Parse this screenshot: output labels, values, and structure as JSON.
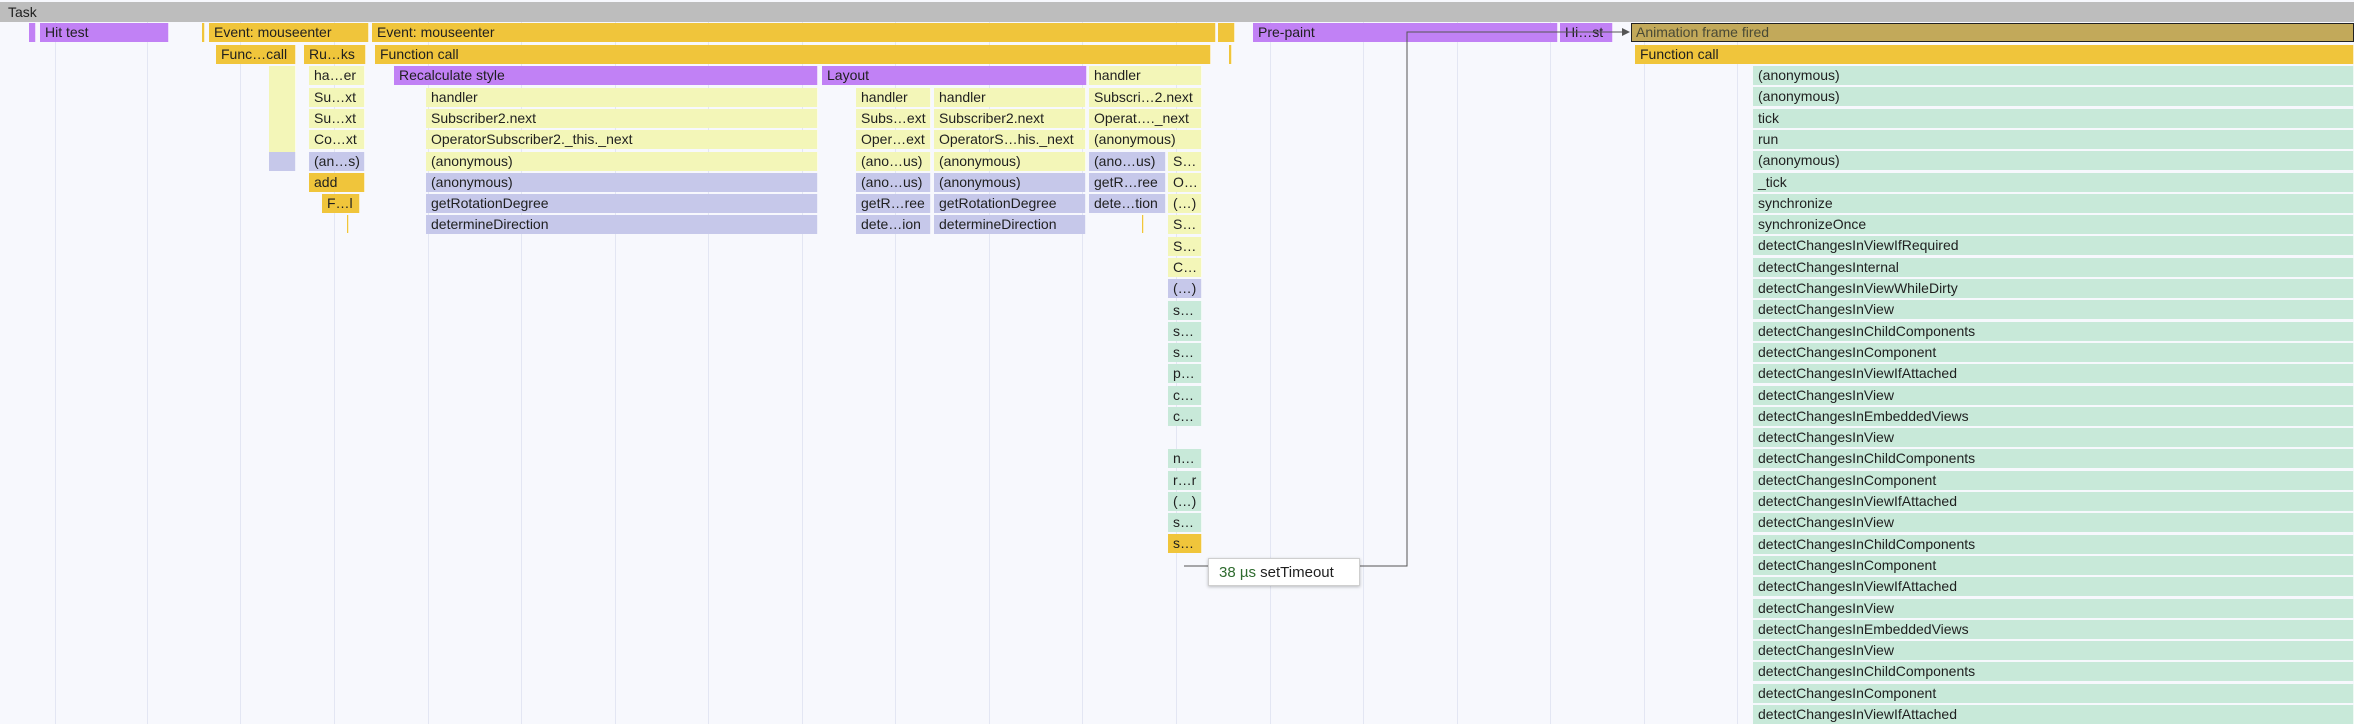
{
  "task": {
    "label": "Task"
  },
  "tooltip": {
    "duration": "38 µs",
    "name": "setTimeout"
  },
  "row1": {
    "hit_test": "Hit test",
    "event_a": "Event: mouseenter",
    "event_b": "Event: mouseenter",
    "pre_paint": "Pre-paint",
    "hit_test_short": "Hi…st",
    "animation_frame": "Animation frame fired"
  },
  "row2": {
    "func_call": "Func…call",
    "run_tasks": "Ru…ks",
    "function_call_a": "Function call",
    "function_call_b": "Function call"
  },
  "col1": [
    "ha…er",
    "Su…xt",
    "Su…xt",
    "Co…xt",
    "(an…s)",
    "add",
    "F…l"
  ],
  "recalc": {
    "title": "Recalculate style",
    "items": [
      "handler",
      "Subscriber2.next",
      "OperatorSubscriber2._this._next",
      "(anonymous)",
      "(anonymous)",
      "getRotationDegree",
      "determineDirection"
    ]
  },
  "layout": {
    "title": "Layout",
    "left": [
      "handler",
      "Subs…ext",
      "Oper…ext",
      "(ano…us)",
      "(ano…us)",
      "getR…ree",
      "dete…ion"
    ],
    "right": [
      "handler",
      "Subscriber2.next",
      "OperatorS…his._next",
      "(anonymous)",
      "(anonymous)",
      "getRotationDegree",
      "determineDirection"
    ]
  },
  "col3": [
    "handler",
    "Subscri…2.next",
    "Operat…._next",
    "(anonymous)",
    "(ano…us)",
    "getR…ree",
    "dete…tion"
  ],
  "col4": [
    "S…",
    "O…",
    "(…)",
    "S…",
    "S…",
    "C…",
    "(…)",
    "s…",
    "s…",
    "s…",
    "p…",
    "c…",
    "c…",
    "n…",
    "r…r",
    "(…)",
    "s…",
    "s…"
  ],
  "right_stack": {
    "function_call": "Function call",
    "items": [
      "(anonymous)",
      "(anonymous)",
      "tick",
      "run",
      "(anonymous)",
      "_tick",
      "synchronize",
      "synchronizeOnce",
      "detectChangesInViewIfRequired",
      "detectChangesInternal",
      "detectChangesInViewWhileDirty",
      "detectChangesInView",
      "detectChangesInChildComponents",
      "detectChangesInComponent",
      "detectChangesInViewIfAttached",
      "detectChangesInView",
      "detectChangesInEmbeddedViews",
      "detectChangesInView",
      "detectChangesInChildComponents",
      "detectChangesInComponent",
      "detectChangesInViewIfAttached",
      "detectChangesInView",
      "detectChangesInChildComponents",
      "detectChangesInComponent",
      "detectChangesInViewIfAttached",
      "detectChangesInView",
      "detectChangesInEmbeddedViews",
      "detectChangesInView",
      "detectChangesInChildComponents",
      "detectChangesInComponent",
      "detectChangesInViewIfAttached"
    ]
  }
}
